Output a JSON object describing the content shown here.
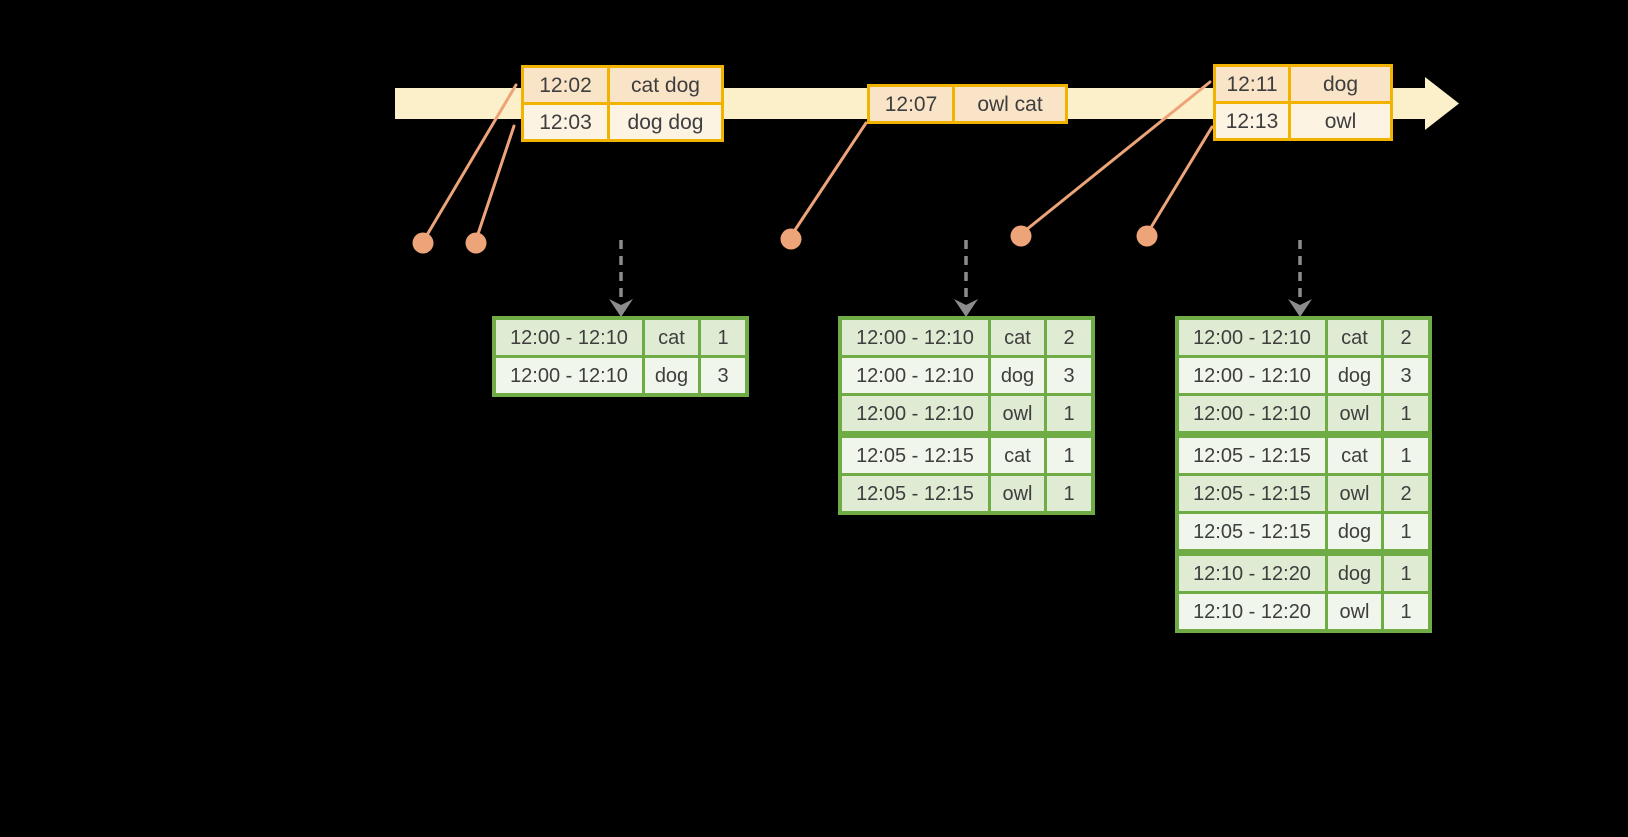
{
  "palette": {
    "background": "#000000",
    "timeline_fill": "#FBF0CA",
    "event_table_border": "#F2B200",
    "event_row_peach": "#FAE4C8",
    "event_row_cream": "#FDF3E3",
    "connector_and_dots": "#EDA478",
    "trigger_arrow_gray": "#8C8C8C",
    "result_table_border": "#6FAC46",
    "result_row_dark": "#DFECD3",
    "result_row_light": "#F0F6EB",
    "text": "#3E3E3E"
  },
  "event_tables": [
    {
      "rows": [
        {
          "time": "12:02",
          "words": "cat dog"
        },
        {
          "time": "12:03",
          "words": "dog dog"
        }
      ]
    },
    {
      "rows": [
        {
          "time": "12:07",
          "words": "owl cat"
        }
      ]
    },
    {
      "rows": [
        {
          "time": "12:11",
          "words": "dog"
        },
        {
          "time": "12:13",
          "words": "owl"
        }
      ]
    }
  ],
  "result_tables": [
    {
      "rows": [
        {
          "window": "12:00 - 12:10",
          "word": "cat",
          "count": "1"
        },
        {
          "window": "12:00 - 12:10",
          "word": "dog",
          "count": "3"
        }
      ]
    },
    {
      "rows": [
        {
          "window": "12:00 - 12:10",
          "word": "cat",
          "count": "2"
        },
        {
          "window": "12:00 - 12:10",
          "word": "dog",
          "count": "3"
        },
        {
          "window": "12:00 - 12:10",
          "word": "owl",
          "count": "1"
        },
        {
          "window": "12:05 - 12:15",
          "word": "cat",
          "count": "1"
        },
        {
          "window": "12:05 - 12:15",
          "word": "owl",
          "count": "1"
        }
      ]
    },
    {
      "rows": [
        {
          "window": "12:00 - 12:10",
          "word": "cat",
          "count": "2"
        },
        {
          "window": "12:00 - 12:10",
          "word": "dog",
          "count": "3"
        },
        {
          "window": "12:00 - 12:10",
          "word": "owl",
          "count": "1"
        },
        {
          "window": "12:05 - 12:15",
          "word": "cat",
          "count": "1"
        },
        {
          "window": "12:05 - 12:15",
          "word": "owl",
          "count": "2"
        },
        {
          "window": "12:05 - 12:15",
          "word": "dog",
          "count": "1"
        },
        {
          "window": "12:10 - 12:20",
          "word": "dog",
          "count": "1"
        },
        {
          "window": "12:10 - 12:20",
          "word": "owl",
          "count": "1"
        }
      ]
    }
  ]
}
